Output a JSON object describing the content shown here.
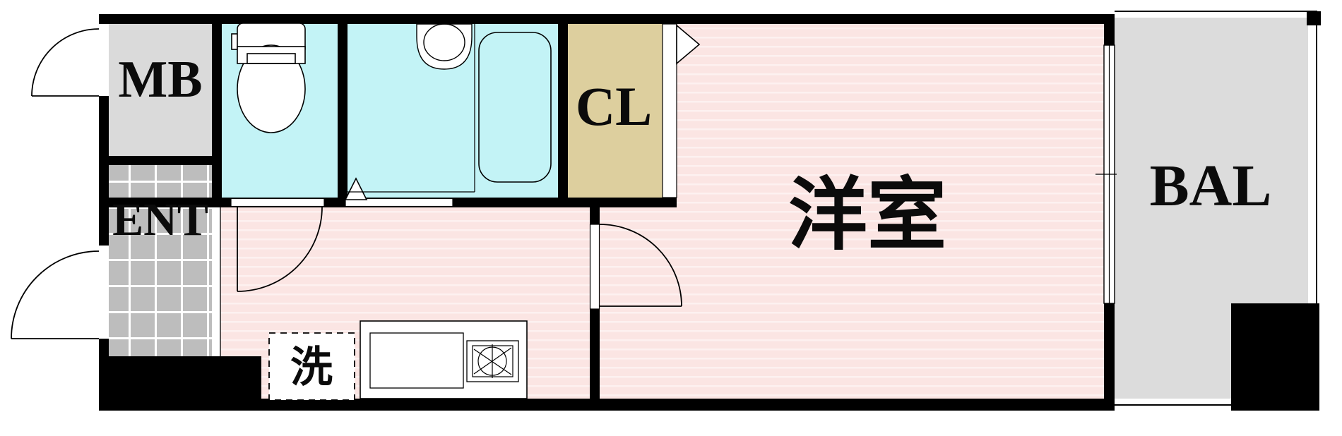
{
  "title": "apartment-floor-plan",
  "rooms": {
    "mb": {
      "label": "MB",
      "color": "#dadada"
    },
    "ent": {
      "label": "ENT",
      "color": "#bdbdbd"
    },
    "toilet": {
      "color": "#c3f3f6"
    },
    "bath": {
      "color": "#c3f3f6"
    },
    "cl": {
      "label": "CL",
      "color": "#ddcf9e"
    },
    "western": {
      "label": "洋室",
      "color": "#fbe5e3"
    },
    "balcony": {
      "label": "BAL",
      "color": "#dcdcdc"
    },
    "laundry": {
      "label": "洗"
    }
  },
  "colors": {
    "wall": "#000000",
    "line": "#000000",
    "fixture_fill": "#ffffff",
    "stripe": "#fdf1f0",
    "tile_line": "#ffffff"
  },
  "fixtures": {
    "toilet": "toilet",
    "washbasin": "washbasin",
    "bathtub": "bathtub",
    "kitchen_counter": "kitchen-counter",
    "kitchen_sink": "kitchen-sink",
    "stove": "gas-stove",
    "washing_machine": "washing-machine-space"
  }
}
